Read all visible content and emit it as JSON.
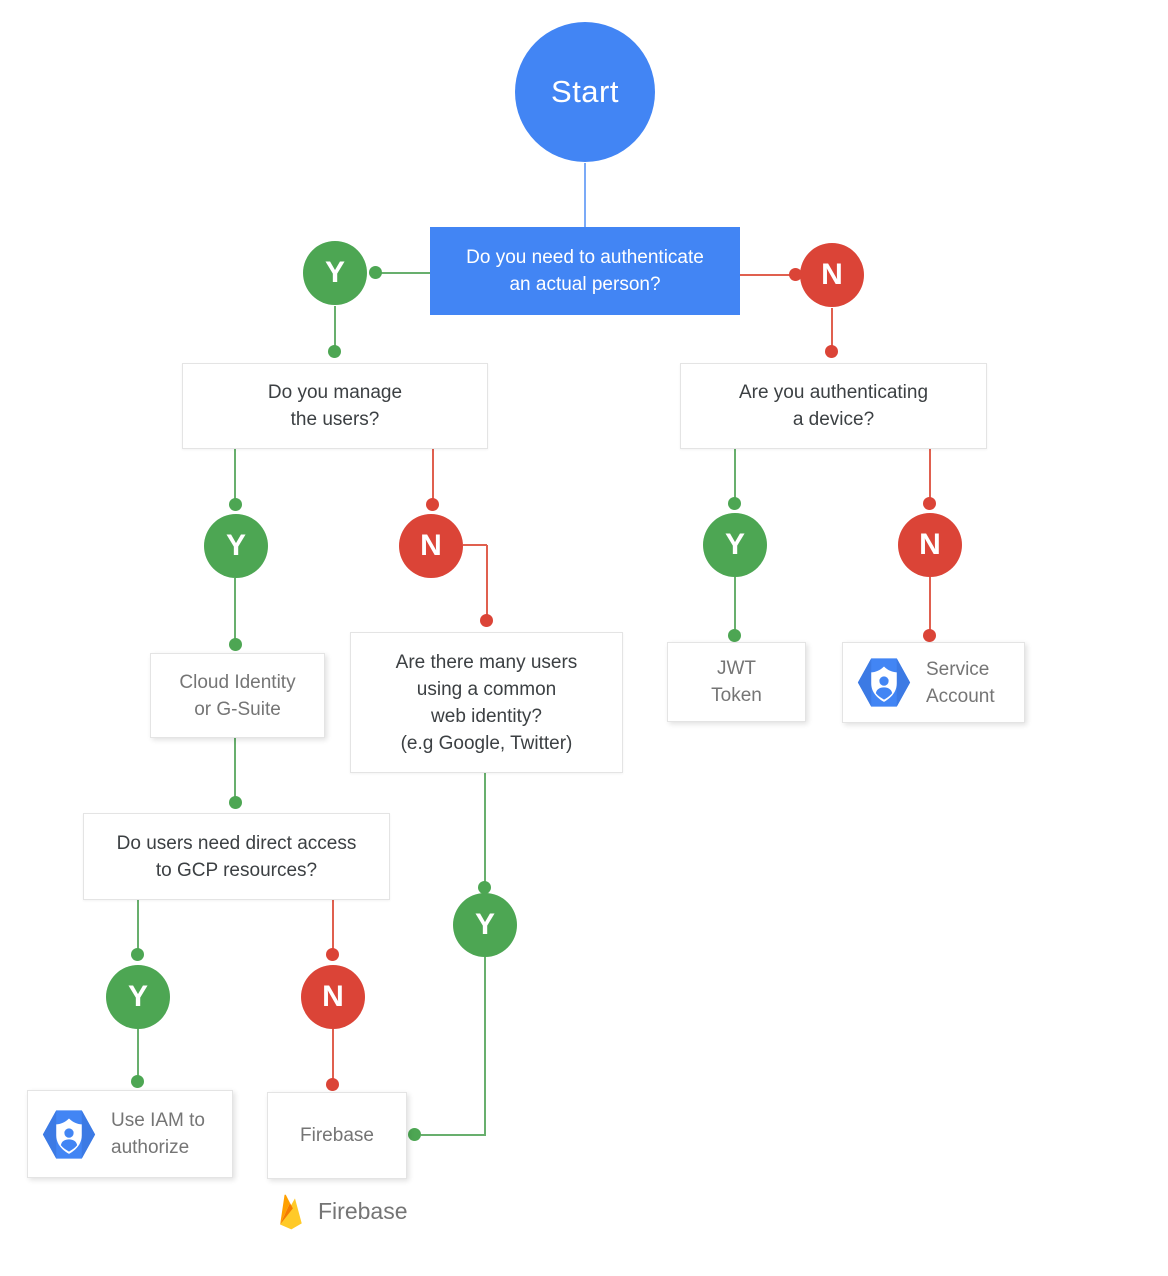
{
  "colors": {
    "blue": "#4285F4",
    "green": "#4DA653",
    "red": "#DB4437",
    "line_blue": "#7BAAF7",
    "line_green": "#68AF6D",
    "line_red": "#E0604F",
    "box_border": "#E4E4E4",
    "text_dark": "#3C4043",
    "text_gray": "#757575",
    "firebase_yellow": "#FFCA28",
    "firebase_amber": "#FFA000",
    "firebase_orange": "#F57C00"
  },
  "labels": {
    "yes": "Y",
    "no": "N"
  },
  "start": {
    "label": "Start"
  },
  "questions": {
    "authenticate_person": {
      "lines": [
        "Do you need to authenticate",
        "an actual person?"
      ]
    },
    "manage_users": {
      "lines": [
        "Do you manage",
        "the users?"
      ]
    },
    "authenticating_device": {
      "lines": [
        "Are you authenticating",
        "a device?"
      ]
    },
    "common_web_identity": {
      "lines": [
        "Are there many users",
        "using a common",
        "web identity?",
        "(e.g Google, Twitter)"
      ]
    },
    "direct_gcp_access": {
      "lines": [
        "Do users need direct access",
        "to GCP resources?"
      ]
    }
  },
  "outcomes": {
    "cloud_identity": {
      "lines": [
        "Cloud Identity",
        "or G-Suite"
      ]
    },
    "jwt_token": {
      "lines": [
        "JWT",
        "Token"
      ]
    },
    "service_account": {
      "lines": [
        "Service",
        "Account"
      ]
    },
    "use_iam": {
      "lines": [
        "Use IAM to",
        "authorize"
      ]
    },
    "firebase": {
      "label": "Firebase"
    }
  },
  "footer": {
    "firebase_label": "Firebase"
  }
}
